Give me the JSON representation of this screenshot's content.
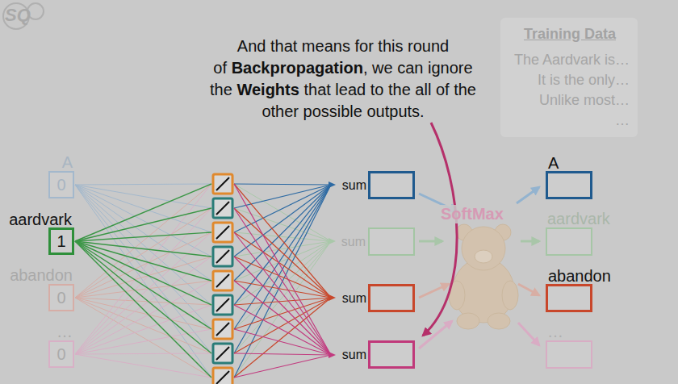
{
  "diagram": {
    "nodes": [
      {
        "text": [
          "Training Data",
          "The Aardvark is…",
          "It is the only…",
          "Unlike most…",
          "…"
        ]
      },
      {
        "text": [
          "A",
          "0"
        ]
      },
      {
        "text": [
          "aardvark",
          "1"
        ]
      },
      {
        "text": [
          "abandon",
          "0"
        ]
      },
      {
        "text": [
          "…",
          "0"
        ]
      },
      {
        "text": [
          "sum"
        ]
      },
      {
        "text": [
          "sum"
        ]
      },
      {
        "text": [
          "sum"
        ]
      },
      {
        "text": [
          "sum"
        ]
      },
      {
        "text": [
          "A"
        ]
      },
      {
        "text": [
          "aardvark"
        ]
      },
      {
        "text": [
          "abandon"
        ]
      },
      {
        "text": [
          "…"
        ]
      }
    ],
    "labels": [
      "SQ",
      "And that means for this round of",
      "Backpropagation",
      ", we can ignore the",
      "Weights",
      "that lead to the all of the other possible outputs.",
      "SoftMax"
    ]
  }
}
